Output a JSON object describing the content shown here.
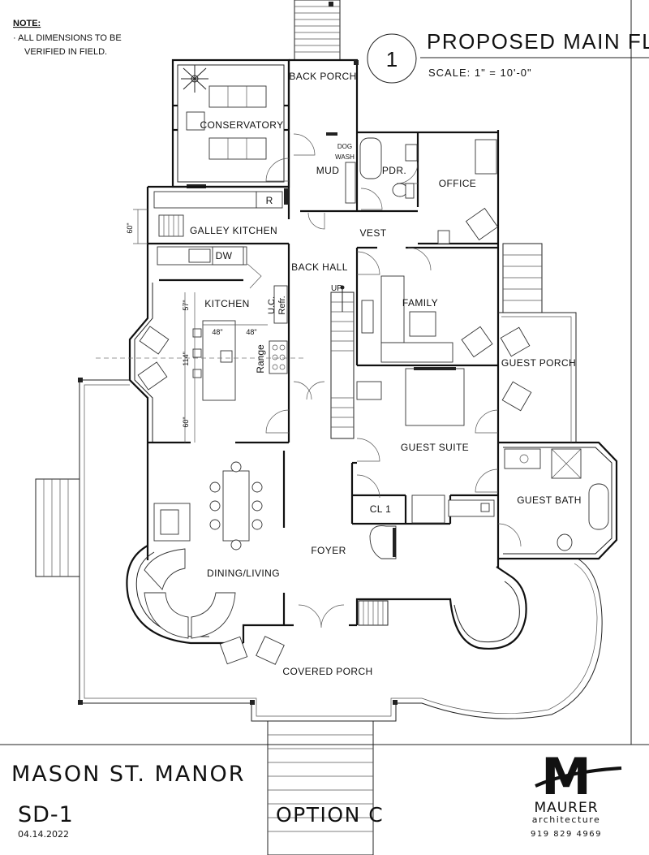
{
  "note": {
    "heading": "NOTE:",
    "line1": "· ALL DIMENSIONS TO BE",
    "line2": "VERIFIED IN FIELD."
  },
  "drawing": {
    "number": "1",
    "title": "PROPOSED MAIN FL.",
    "scale": "SCALE: 1\" = 10'-0\""
  },
  "rooms": {
    "back_porch": "BACK PORCH",
    "conservatory": "CONSERVATORY",
    "dog_wash_1": "DOG",
    "dog_wash_2": "WASH",
    "mud": "MUD",
    "pdr": "PDR.",
    "office": "OFFICE",
    "galley_kitchen": "GALLEY KITCHEN",
    "refrigerator_tag": "R",
    "vest": "VEST",
    "back_hall": "BACK HALL",
    "dw": "DW",
    "kitchen": "KITCHEN",
    "uc_refr_1": "U.C.",
    "uc_refr_2": "Refr.",
    "up": "UP",
    "family": "FAMILY",
    "range": "Range",
    "guest_porch": "GUEST PORCH",
    "guest_suite": "GUEST SUITE",
    "cl1": "CL 1",
    "guest_bath": "GUEST BATH",
    "foyer": "FOYER",
    "dining_living": "DINING/LIVING",
    "covered_porch": "COVERED PORCH"
  },
  "dimensions": {
    "d60_top": "60\"",
    "d57": "57\"",
    "d48_a": "48\"",
    "d48_b": "48\"",
    "d114": "114\"",
    "d60_bottom": "60\""
  },
  "title_block": {
    "project": "MASON ST. MANOR",
    "sheet": "SD-1",
    "date": "04.14.2022",
    "option": "OPTION C",
    "firm_mark": "M",
    "firm_name": "MAURER",
    "firm_sub": "architecture",
    "phone": "919 829 4969"
  }
}
